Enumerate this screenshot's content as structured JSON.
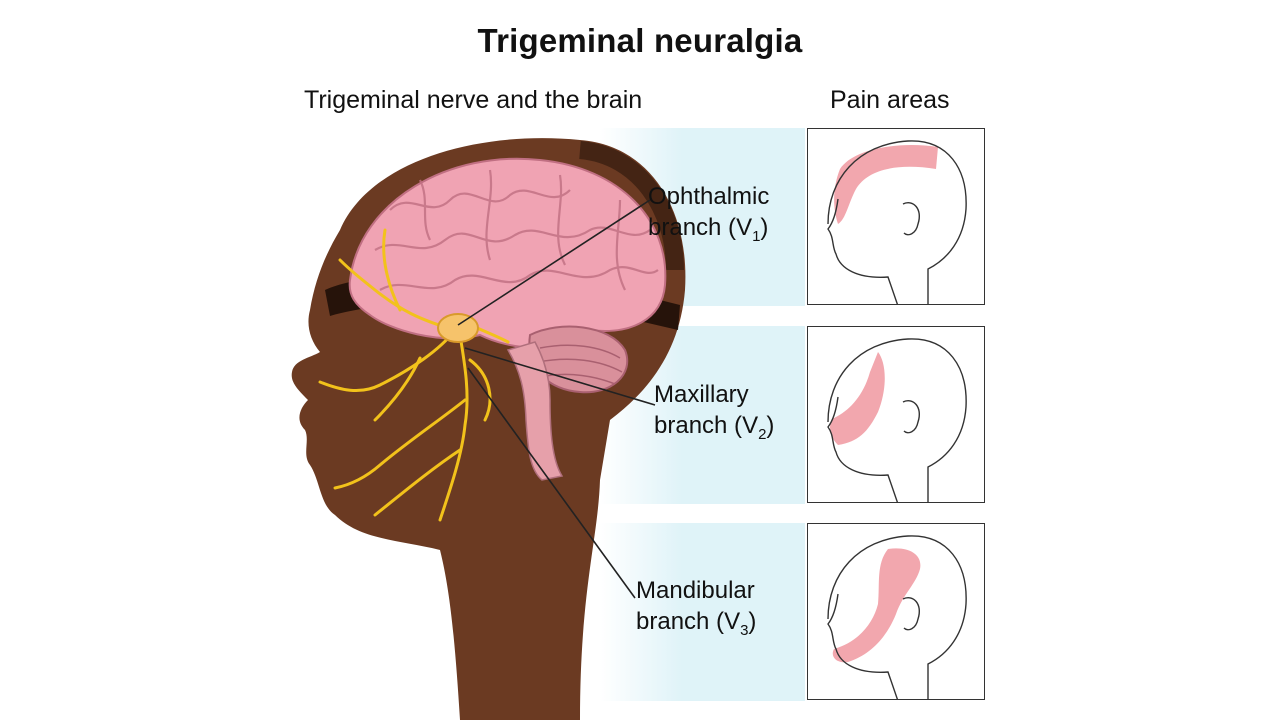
{
  "title": "Trigeminal neuralgia",
  "subtitle_left": "Trigeminal nerve and the brain",
  "subtitle_right": "Pain areas",
  "branches": [
    {
      "name": "Ophthalmic",
      "word": "branch",
      "symbol": "V",
      "sub": "1"
    },
    {
      "name": "Maxillary",
      "word": "branch",
      "symbol": "V",
      "sub": "2"
    },
    {
      "name": "Mandibular",
      "word": "branch",
      "symbol": "V",
      "sub": "3"
    }
  ],
  "colors": {
    "skin": "#6b3a22",
    "brain": "#f0a3b3",
    "nerve": "#f2c21b",
    "pain": "#f2a7ae",
    "band": "#dff3f8"
  }
}
